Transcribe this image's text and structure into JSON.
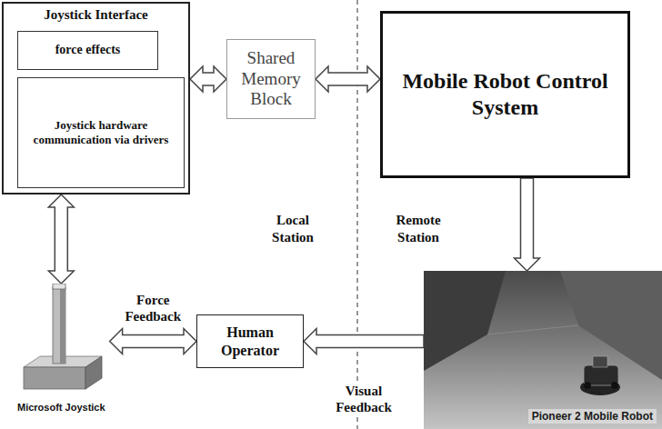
{
  "diagram": {
    "nodes": [
      {
        "text": [
          "Joystick Interface"
        ]
      },
      {
        "text": [
          "force effects"
        ],
        "in": 0
      },
      {
        "text": [
          "Joystick hardware communication via drivers"
        ],
        "in": 0
      },
      {
        "text": [
          "Shared Memory Block"
        ]
      },
      {
        "text": [
          "Mobile Robot Control System"
        ]
      },
      {
        "text": [
          "Pioneer 2 Mobile Robot"
        ]
      },
      {
        "text": [
          "Microsoft Joystick"
        ]
      },
      {
        "text": [
          "Human Operator"
        ]
      }
    ],
    "edges": [
      {
        "from": 0,
        "to": 3,
        "arrow": "both"
      },
      {
        "from": 3,
        "to": 4,
        "arrow": "both"
      },
      {
        "from": 4,
        "to": 5,
        "arrow": "to"
      },
      {
        "from": 0,
        "to": 6,
        "arrow": "both"
      },
      {
        "from": 6,
        "to": 7,
        "label": "Force Feedback",
        "arrow": "both"
      },
      {
        "from": 5,
        "to": 7,
        "label": "Visual Feedback",
        "arrow": "to"
      }
    ],
    "labels": [
      "Local Station",
      "Remote Station"
    ]
  }
}
